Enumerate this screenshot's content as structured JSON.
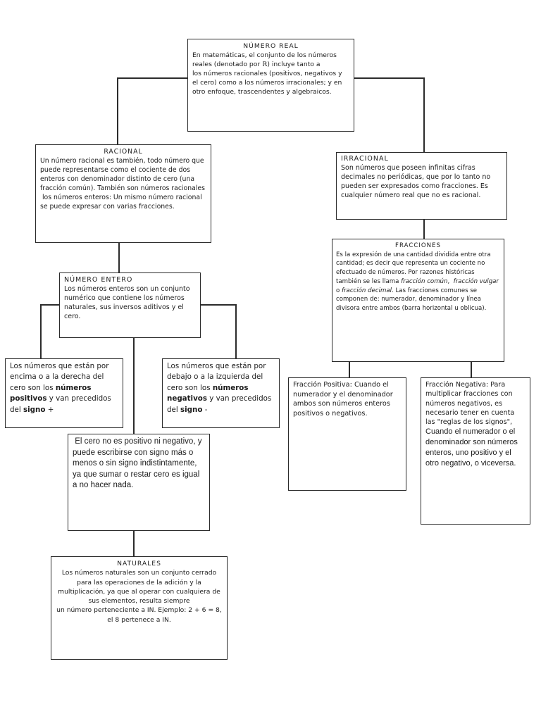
{
  "page": {
    "background": "#ffffff",
    "line_color": "#2b2b2b",
    "text_color": "#1c1c1c"
  },
  "boxes": {
    "numero_real": {
      "title": "NÚMERO REAL",
      "body": "En matemáticas, el conjunto de los números reales (denotado por ℝ) incluye tanto a\nlos números racionales (positivos, negativos y el cero) como a los números irracionales; y en otro enfoque, trascendentes y algebraicos."
    },
    "racional": {
      "title": "RACIONAL",
      "body": "Un número racional es también, todo número que puede representarse como el cociente de dos enteros con denominador distinto de cero (una fracción común). También son números racionales\n los números enteros: Un mismo número racional se puede expresar con varias fracciones."
    },
    "irracional": {
      "title": "IRRACIONAL",
      "body": "Son números que poseen infinitas cifras decimales no periódicas, que por lo tanto no pueden ser expresados como fracciones. Es cualquier número real que no es racional."
    },
    "fracciones": {
      "title": "FRACCIONES",
      "body_segments": [
        {
          "text": "Es la expresión de una cantidad dividida entre otra cantidad; es decir que representa un cociente no efectuado de números. Por razones históricas también se les llama "
        },
        {
          "text": "fracción común",
          "i": true
        },
        {
          "text": ",  "
        },
        {
          "text": "fracción vulgar",
          "i": true
        },
        {
          "text": " o "
        },
        {
          "text": "fracción decimal",
          "i": true
        },
        {
          "text": ". Las fracciones comunes se componen de: numerador, denominador y línea divisora entre ambos (barra horizontal u oblicua)."
        }
      ]
    },
    "numero_entero": {
      "title": "NÚMERO ENTERO",
      "body": "Los números enteros son un conjunto numérico que contiene los números naturales, sus inversos aditivos y el cero."
    },
    "positivos": {
      "segments": [
        {
          "text": "Los números que están por encima o a la derecha del cero son los "
        },
        {
          "text": "números positivos",
          "b": true
        },
        {
          "text": " y van precedidos del "
        },
        {
          "text": "signo",
          "b": true
        },
        {
          "text": " +"
        }
      ]
    },
    "negativos": {
      "segments": [
        {
          "text": "Los números que están por debajo o a la izquierda del cero son los "
        },
        {
          "text": "números negativos",
          "b": true
        },
        {
          "text": " y van precedidos del "
        },
        {
          "text": "signo",
          "b": true
        },
        {
          "text": " -"
        }
      ]
    },
    "cero": {
      "body": " El cero no es positivo ni negativo, y puede escribirse con signo más o menos o sin signo indistintamente, ya que sumar o restar cero es igual a no hacer nada."
    },
    "naturales": {
      "title": "NATURALES",
      "body": "Los números naturales son un conjunto cerrado para las operaciones de la adición y la multiplicación, ya que al operar con cualquiera de sus elementos, resulta siempre\nun número perteneciente a IN. Ejemplo: 2 + 6 = 8,\nel 8 pertenece a IN."
    },
    "fraccion_positiva": {
      "body": "Fracción Positiva: Cuando el numerador y el denominador ambos son números enteros positivos o negativos."
    },
    "fraccion_negativa": {
      "segments": [
        {
          "text": "Fracción Negativa: Para multiplicar fracciones con números negativos, es necesario tener en cuenta las \"reglas de los signos\",\n"
        },
        {
          "text": "Cuando el numerador o el denominador son números enteros, uno positivo y el otro negativo, o viceversa.",
          "f": "alt"
        }
      ]
    }
  }
}
